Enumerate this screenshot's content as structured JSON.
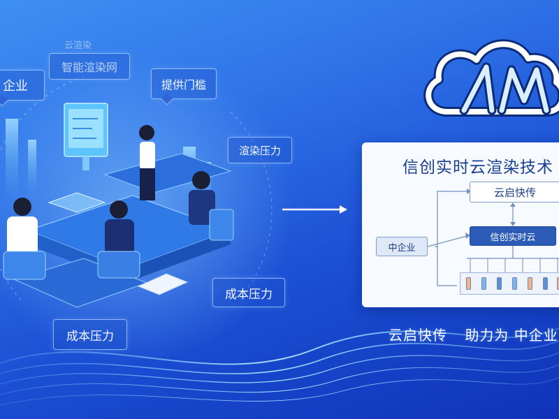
{
  "scene": {
    "bubble_enterprise": "企业",
    "bubble_net": "智能渲染网",
    "bubble_top_faint": "云渲染",
    "bubble_improve": "提供门槛",
    "bubble_pressure_small": "渲染压力",
    "bubble_cost_1": "成本压力",
    "bubble_cost_2": "成本压力"
  },
  "diagram": {
    "title": "信创实时云渲染技术",
    "node_cloud_start": "云启快传",
    "node_xinchuang": "信创实时云",
    "node_enterprise": "中企业"
  },
  "tagline": {
    "part1": "云启快传",
    "part2": "助力为 中企业"
  },
  "colors": {
    "background_top": "#3f8ff2",
    "background_bottom": "#0f33b8",
    "accent": "#2b5bb7",
    "panel": "#f7faff"
  }
}
